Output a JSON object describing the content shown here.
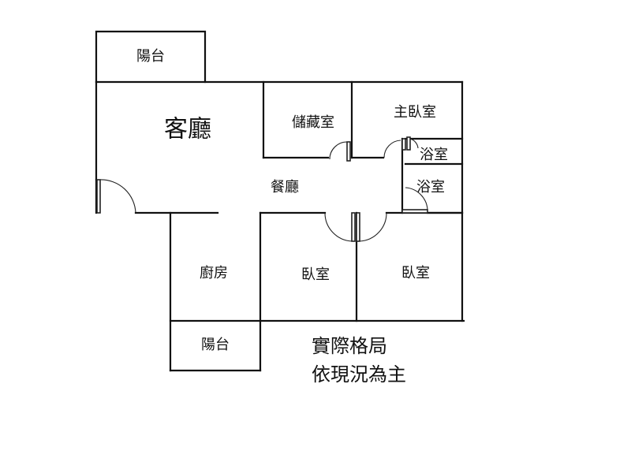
{
  "rooms": {
    "balcony_top": "陽台",
    "living_room": "客廳",
    "storage": "儲藏室",
    "master_bedroom": "主臥室",
    "bath_1": "浴室",
    "bath_2": "浴室",
    "dining": "餐廳",
    "kitchen": "廚房",
    "bedroom_mid": "臥室",
    "bedroom_right": "臥室",
    "balcony_bottom": "陽台"
  },
  "note": {
    "line1": "實際格局",
    "line2": "依現況為主"
  }
}
